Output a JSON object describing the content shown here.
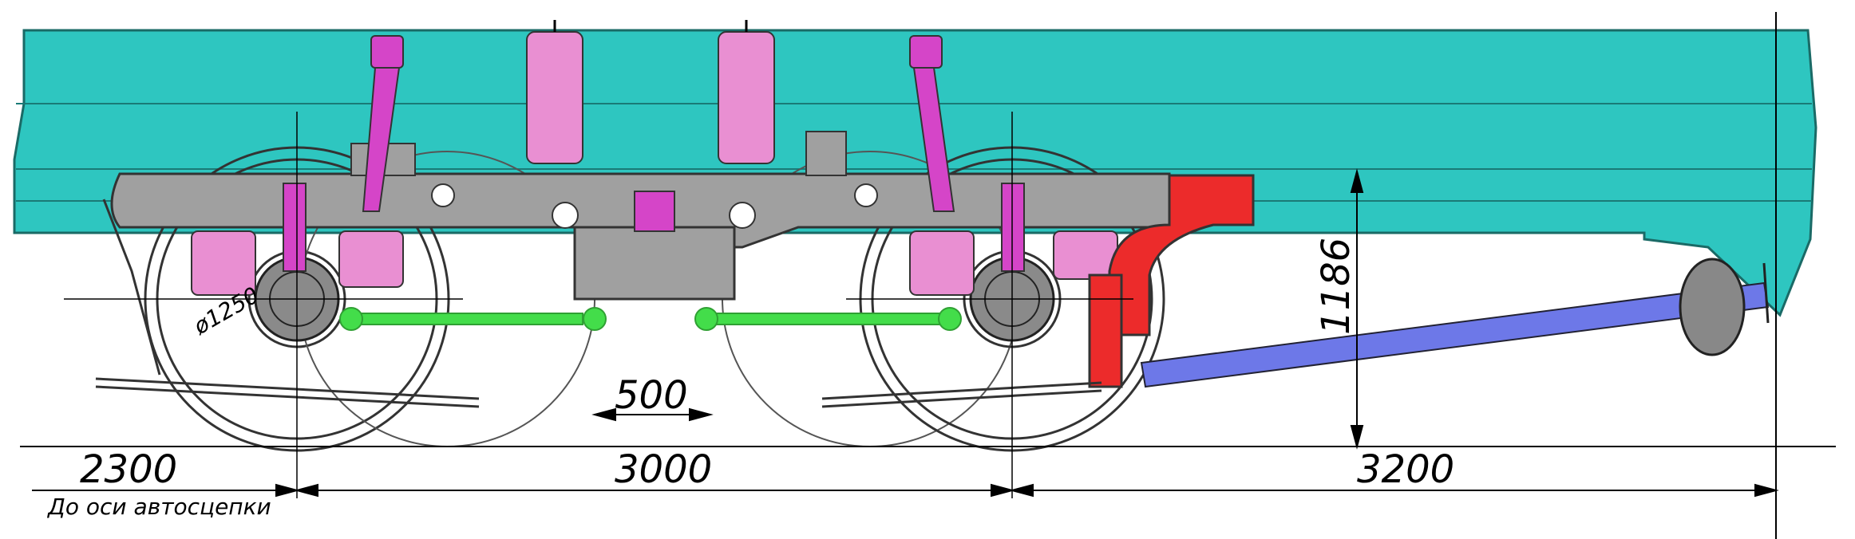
{
  "dimensions": {
    "coupler": "2300",
    "coupler_note": "До оси автосцепки",
    "wheelbase": "3000",
    "to_end": "3200",
    "height": "1186",
    "offset": "500",
    "wheel_diameter": "ø1250"
  },
  "colors": {
    "body": "#2ec6c0",
    "frame": "#a0a0a0",
    "spring": "#e98fd2",
    "damper": "#d545c8",
    "link": "#43dd4a",
    "rod": "#6d78e8",
    "bracket": "#ec2b2b"
  }
}
